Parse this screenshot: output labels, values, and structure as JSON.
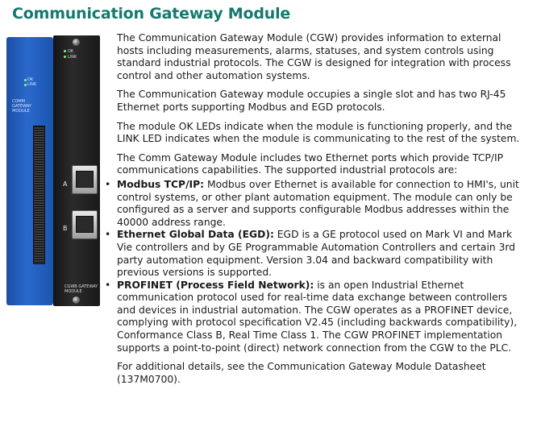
{
  "page": {
    "title": "Communication Gateway Module"
  },
  "module_image": {
    "side_led_ok": "OK",
    "side_led_link": "LINK",
    "side_text": "COMM GATEWAY MODULE",
    "face_led_ok": "OK",
    "face_led_link": "LINK",
    "port_a": "A",
    "port_b": "B",
    "model_label": "CGWB GATEWAY MODULE",
    "panel_color": "#2a68cc",
    "led_color": "#6dff6d"
  },
  "body": {
    "paragraphs_intro": [
      "The Communication Gateway Module (CGW) provides information to external hosts including measurements, alarms, statuses, and system controls using standard industrial protocols. The CGW is designed for integration with process control and other automation systems.",
      "The Communication Gateway module occupies a single slot and has two RJ-45 Ethernet ports supporting Modbus and EGD protocols.",
      "The module OK LEDs indicate when the module is functioning properly, and the LINK LED indicates when the module is communicating to the rest of the system.",
      "The Comm Gateway Module includes two Ethernet ports which provide TCP/IP communications capabilities. The supported industrial protocols are:"
    ],
    "bullets": [
      {
        "term": "Modbus TCP/IP:",
        "text": " Modbus over Ethernet is available for connection to HMI's, unit control systems, or other plant automation equipment. The module can only be configured as a server and supports configurable Modbus addresses within the 40000 address range."
      },
      {
        "term": "Ethernet Global Data (EGD):",
        "text": " EGD is a GE protocol used on Mark VI and Mark Vie controllers and by GE Programmable Automation Controllers and certain 3rd party automation equipment. Version 3.04 and backward compatibility with previous versions is supported."
      },
      {
        "term": "PROFINET (Process Field Network):",
        "text": " is an open Industrial Ethernet communication protocol used for real-time data exchange between controllers and devices in industrial automation. The CGW operates as a PROFINET device, complying with protocol specification V2.45 (including backwards compatibility), Conformance Class B, Real Time Class 1. The CGW PROFINET implementation supports a point-to-point (direct) network connection from the CGW to the PLC."
      }
    ],
    "closing": "For additional details, see the Communication Gateway Module Datasheet (137M0700).",
    "title_color": "#137a6c"
  }
}
